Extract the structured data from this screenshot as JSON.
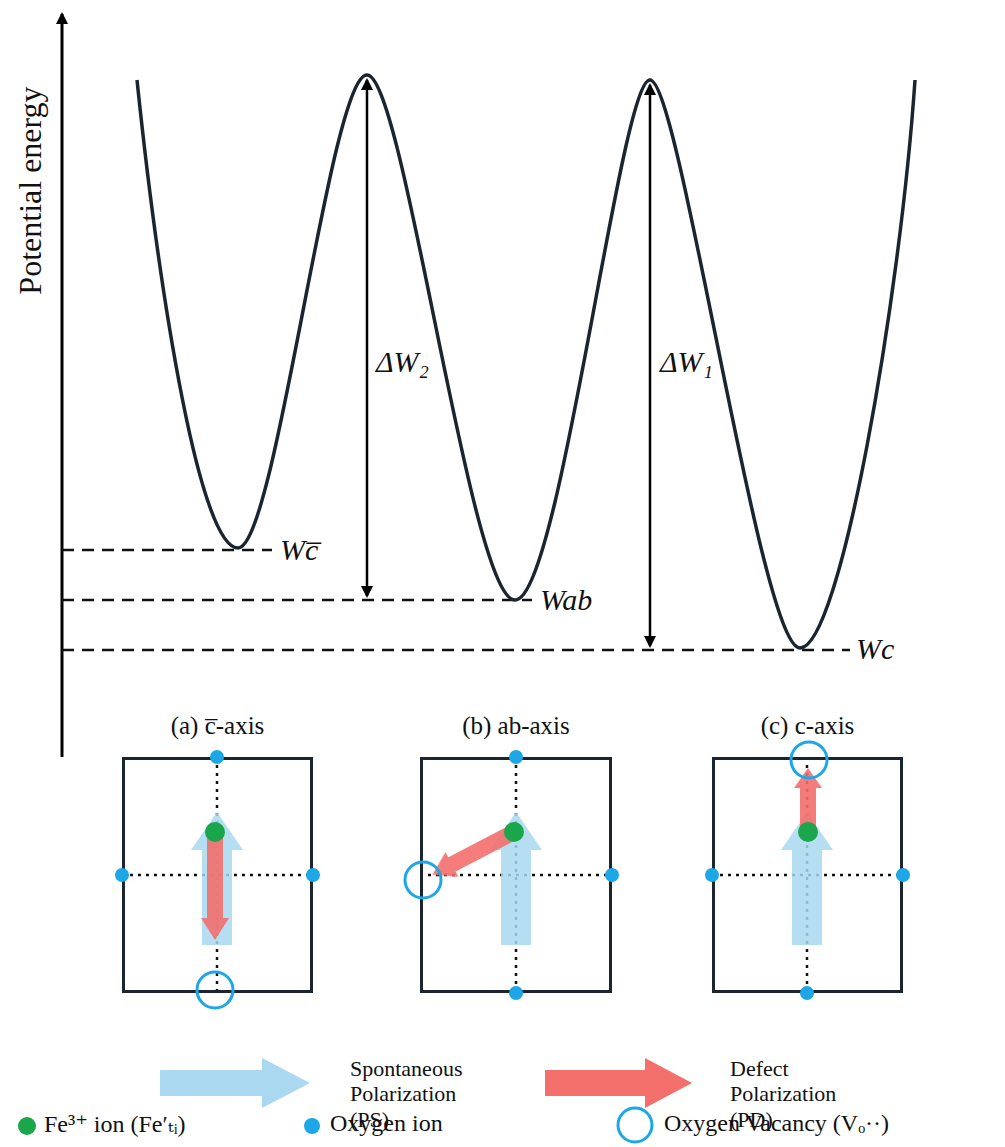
{
  "diagram": {
    "nodes": [
      {
        "text": [
          "(a) c̅-axis"
        ]
      },
      {
        "text": [
          "(b) ab-axis"
        ]
      },
      {
        "text": [
          "(c) c-axis"
        ]
      }
    ],
    "labels": [
      "Potential energy",
      "ΔW₂",
      "ΔW₁",
      "Wc̅",
      "Wab",
      "Wc"
    ],
    "legend": [
      {
        "text": "Spontaneous Polarization (PS)"
      },
      {
        "text": "Defect Polarization (PD)"
      },
      {
        "text": "Fe³⁺ ion (Fe′ₜᵢ)"
      },
      {
        "text": "Oxygen ion"
      },
      {
        "text": "Oxygen Vacancy (Vₒ··)"
      }
    ]
  }
}
